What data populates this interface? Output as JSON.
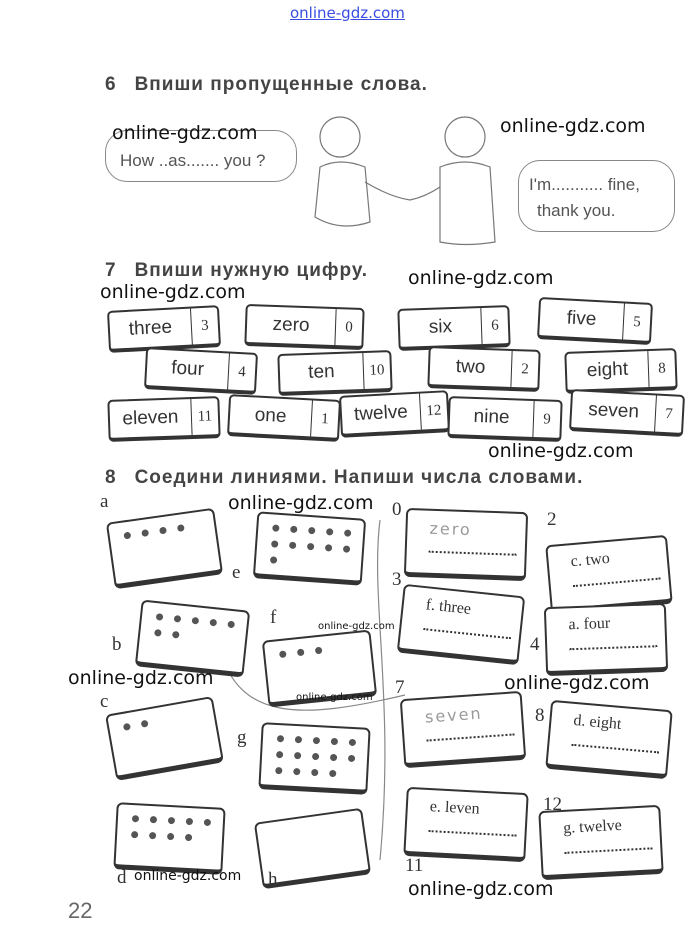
{
  "watermarks": {
    "top": "online-gdz.com",
    "main": "online-gdz.com"
  },
  "task6": {
    "number": "6",
    "title": "Впиши пропущенные слова.",
    "bubble_left": "How ..as....... you ?",
    "bubble_right_line1": "I'm........... fine,",
    "bubble_right_line2": "thank you."
  },
  "task7": {
    "number": "7",
    "title": "Впиши нужную цифру.",
    "cards": [
      {
        "word": "three",
        "num": "3"
      },
      {
        "word": "zero",
        "num": "0"
      },
      {
        "word": "six",
        "num": "6"
      },
      {
        "word": "five",
        "num": "5"
      },
      {
        "word": "four",
        "num": "4"
      },
      {
        "word": "ten",
        "num": "10"
      },
      {
        "word": "two",
        "num": "2"
      },
      {
        "word": "eight",
        "num": "8"
      },
      {
        "word": "eleven",
        "num": "11"
      },
      {
        "word": "one",
        "num": "1"
      },
      {
        "word": "twelve",
        "num": "12"
      },
      {
        "word": "nine",
        "num": "9"
      },
      {
        "word": "seven",
        "num": "7"
      }
    ]
  },
  "task8": {
    "number": "8",
    "title": "Соедини линиями. Напиши числа словами.",
    "dot_dominoes": [
      {
        "label": "a",
        "dots": 4
      },
      {
        "label": "e",
        "dots": 11
      },
      {
        "label": "b",
        "dots": 7
      },
      {
        "label": "f",
        "dots": 3
      },
      {
        "label": "c",
        "dots": 2
      },
      {
        "label": "g",
        "dots": 14
      },
      {
        "label": "d",
        "dots": 9
      },
      {
        "label": "h",
        "dots": 0
      }
    ],
    "word_dominoes": [
      {
        "num": "0",
        "text": "zero",
        "handwritten": true
      },
      {
        "num": "2",
        "text": "c. two"
      },
      {
        "num": "3",
        "text": "f. three"
      },
      {
        "num": "4",
        "text": "a. four"
      },
      {
        "num": "7",
        "text": "seven",
        "handwritten": true
      },
      {
        "num": "8",
        "text": "d. eight"
      },
      {
        "num": "11",
        "text": "e. leven"
      },
      {
        "num": "12",
        "text": "g. twelve"
      }
    ]
  },
  "page_number": "22"
}
